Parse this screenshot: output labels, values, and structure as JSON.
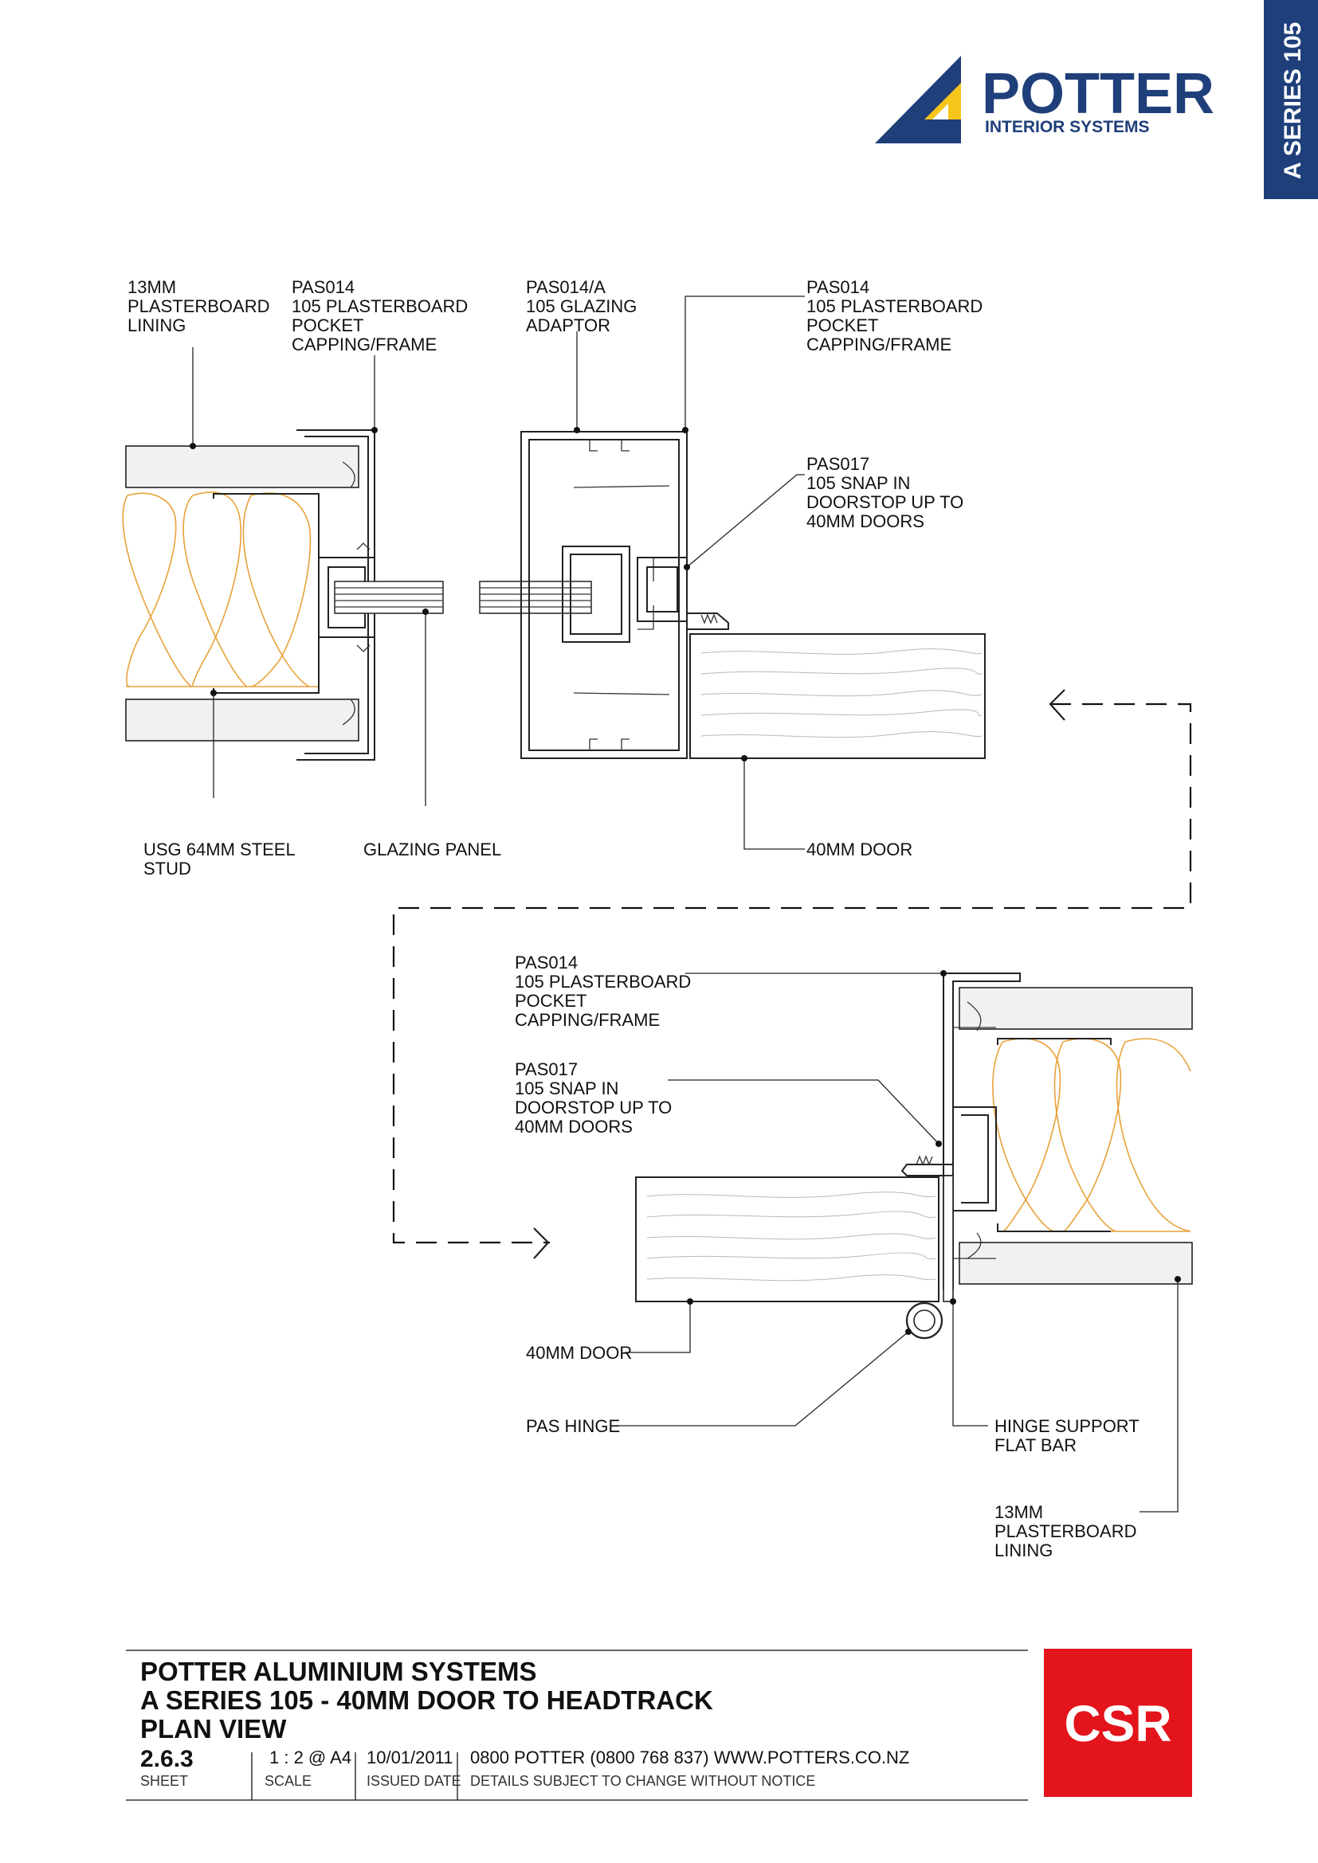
{
  "brand": {
    "name": "POTTER",
    "subtitle": "INTERIOR SYSTEMS",
    "colors": {
      "navy": "#1f3f7a",
      "yellow": "#f6c51b",
      "csr_red": "#e3141b"
    }
  },
  "side_tab": {
    "text": "A SERIES 105",
    "color": "#1f3f7a"
  },
  "labels": {
    "top_plasterboard": [
      "13MM",
      "PLASTERBOARD",
      "LINING"
    ],
    "top_pas014_left": [
      "PAS014",
      "105 PLASTERBOARD",
      "POCKET",
      "CAPPING/FRAME"
    ],
    "top_pas014a": [
      "PAS014/A",
      "105 GLAZING",
      "ADAPTOR"
    ],
    "top_pas014_right": [
      "PAS014",
      "105 PLASTERBOARD",
      "POCKET",
      "CAPPING/FRAME"
    ],
    "top_pas017": [
      "PAS017",
      "105 SNAP IN",
      "DOORSTOP UP TO",
      "40MM DOORS"
    ],
    "top_stud": [
      "USG 64MM STEEL",
      "STUD"
    ],
    "top_glazing": [
      "GLAZING PANEL"
    ],
    "top_door": [
      "40MM DOOR"
    ],
    "bot_pas014": [
      "PAS014",
      "105 PLASTERBOARD",
      "POCKET",
      "CAPPING/FRAME"
    ],
    "bot_pas017": [
      "PAS017",
      "105 SNAP IN",
      "DOORSTOP UP TO",
      "40MM DOORS"
    ],
    "bot_door": [
      "40MM DOOR"
    ],
    "bot_hinge": [
      "PAS HINGE"
    ],
    "bot_flatbar": [
      "HINGE SUPPORT",
      "FLAT BAR"
    ],
    "bot_plasterboard": [
      "13MM",
      "PLASTERBOARD",
      "LINING"
    ]
  },
  "title_block": {
    "company": "POTTER ALUMINIUM SYSTEMS",
    "drawing_title": "A SERIES 105 - 40MM DOOR TO HEADTRACK",
    "view": "PLAN VIEW",
    "sheet_value": "2.6.3",
    "sheet_label": "SHEET",
    "scale_value": "1 : 2 @ A4",
    "scale_label": "SCALE",
    "date_value": "10/01/2011",
    "date_label": "ISSUED DATE",
    "contact": "0800 POTTER (0800 768 837) WWW.POTTERS.CO.NZ",
    "notice": "DETAILS SUBJECT TO CHANGE WITHOUT NOTICE",
    "csr_logo": "CSR"
  }
}
